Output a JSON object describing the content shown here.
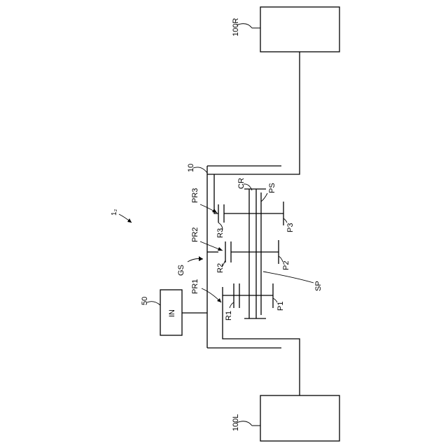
{
  "diagram": {
    "figure_ref": "1₂",
    "labels": {
      "wheel_right": "100R",
      "wheel_left": "100L",
      "input": "IN",
      "input_ref": "50",
      "case": "10",
      "gear_set": "GS",
      "carrier": "CR",
      "pinion_shaft": "PS",
      "sun_shaft": "SP",
      "planetary_1": "PR1",
      "planetary_2": "PR2",
      "planetary_3": "PR3",
      "ring_1": "R1",
      "ring_2": "R2",
      "ring_3": "R3",
      "pinion_1": "P1",
      "pinion_2": "P2",
      "pinion_3": "P3"
    },
    "colors": {
      "stroke": "#000000",
      "background": "#ffffff"
    }
  }
}
